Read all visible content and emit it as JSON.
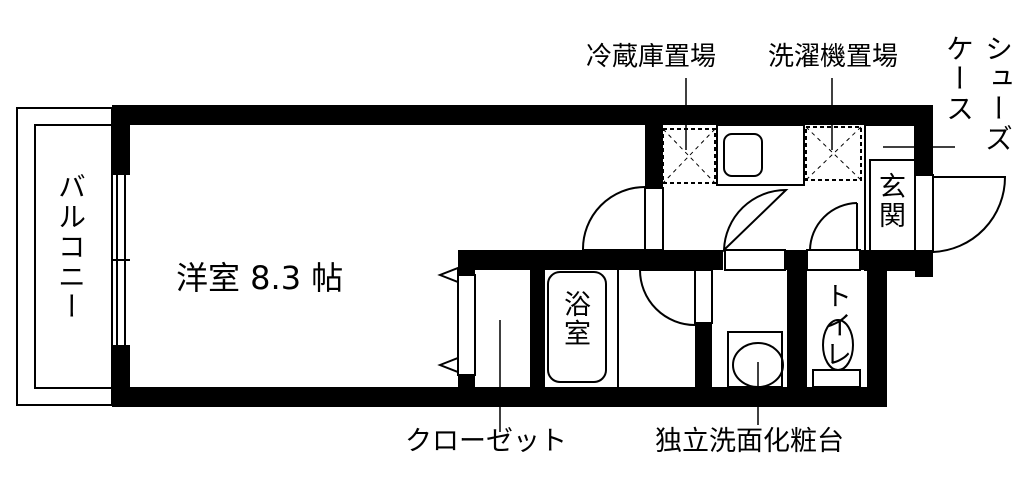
{
  "rooms": {
    "western_room": "洋室 8.3 帖",
    "balcony": "バルコニー",
    "bathroom": "浴室",
    "toilet": "トイレ",
    "entrance": "玄関"
  },
  "callouts": {
    "fridge": "冷蔵庫置場",
    "washer": "洗濯機置場",
    "shoe_case_1": "シューズ",
    "shoe_case_2": "ケース",
    "closet": "クローゼット",
    "vanity": "独立洗面化粧台"
  }
}
